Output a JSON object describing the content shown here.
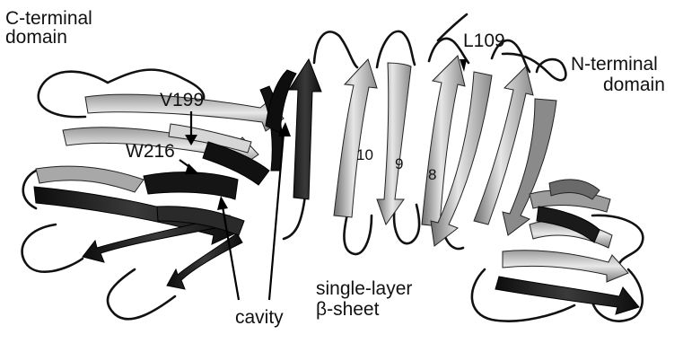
{
  "labels": {
    "c_terminal_line1": "C-terminal",
    "c_terminal_line2": "domain",
    "n_terminal_line1": "N-terminal",
    "n_terminal_line2": "domain",
    "residue_v199": "V199",
    "residue_w216": "W216",
    "residue_l109": "L109",
    "cavity": "cavity",
    "sheet_line1": "single-layer",
    "sheet_line2": "β-sheet",
    "strand_10": "10",
    "strand_9": "9",
    "strand_8": "8"
  },
  "colors": {
    "dark_strand": "#1a1a1a",
    "light_strand": "#bdbdbd",
    "mid_strand": "#7a7a7a",
    "background": "#ffffff"
  }
}
